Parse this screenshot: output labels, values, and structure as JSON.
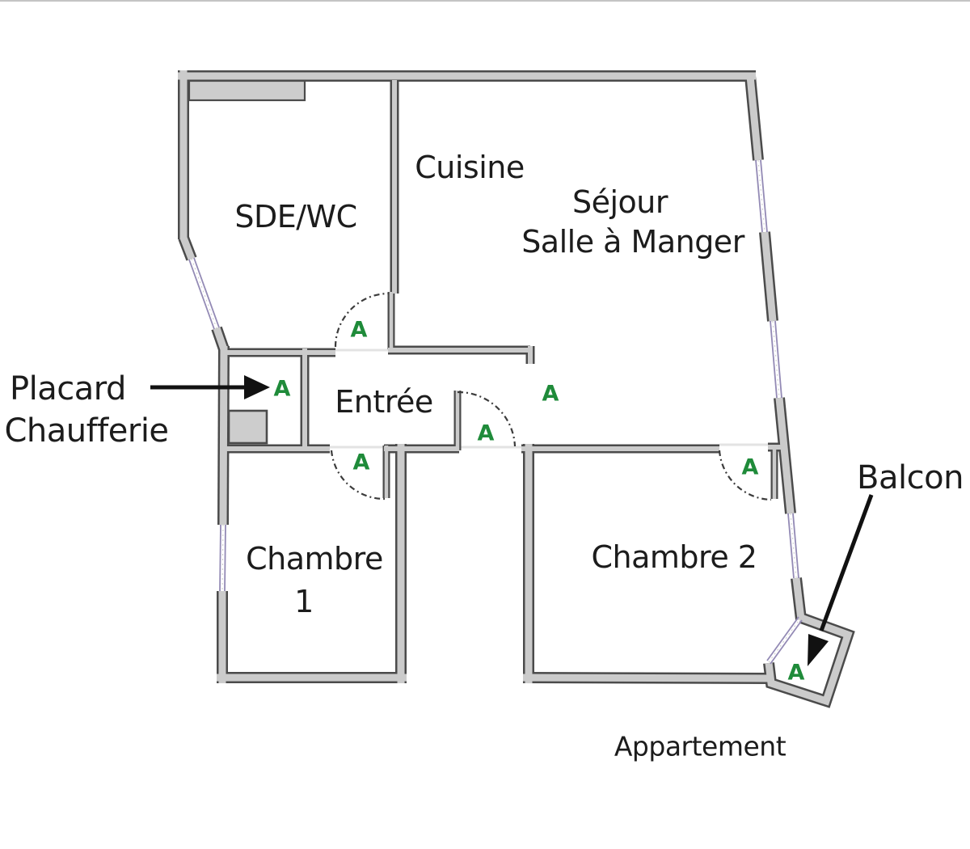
{
  "plan": {
    "footer": "Appartement",
    "marker_letter": "A",
    "colors": {
      "wall_fill": "#cbcbcb",
      "wall_outline": "#4b4b4b",
      "window": "#938ab5",
      "marker": "#1f8b3a",
      "text": "#1c1c1c",
      "arrow": "#111111"
    },
    "rooms": {
      "sde_wc": "SDE/WC",
      "cuisine": "Cuisine",
      "sejour_line1": "Séjour",
      "sejour_line2": "Salle à Manger",
      "entree": "Entrée",
      "chambre1_line1": "Chambre",
      "chambre1_line2": "1",
      "chambre2": "Chambre 2"
    },
    "callouts": {
      "placard_line1": "Placard",
      "placard_line2": "Chaufferie",
      "balcon": "Balcon"
    }
  }
}
